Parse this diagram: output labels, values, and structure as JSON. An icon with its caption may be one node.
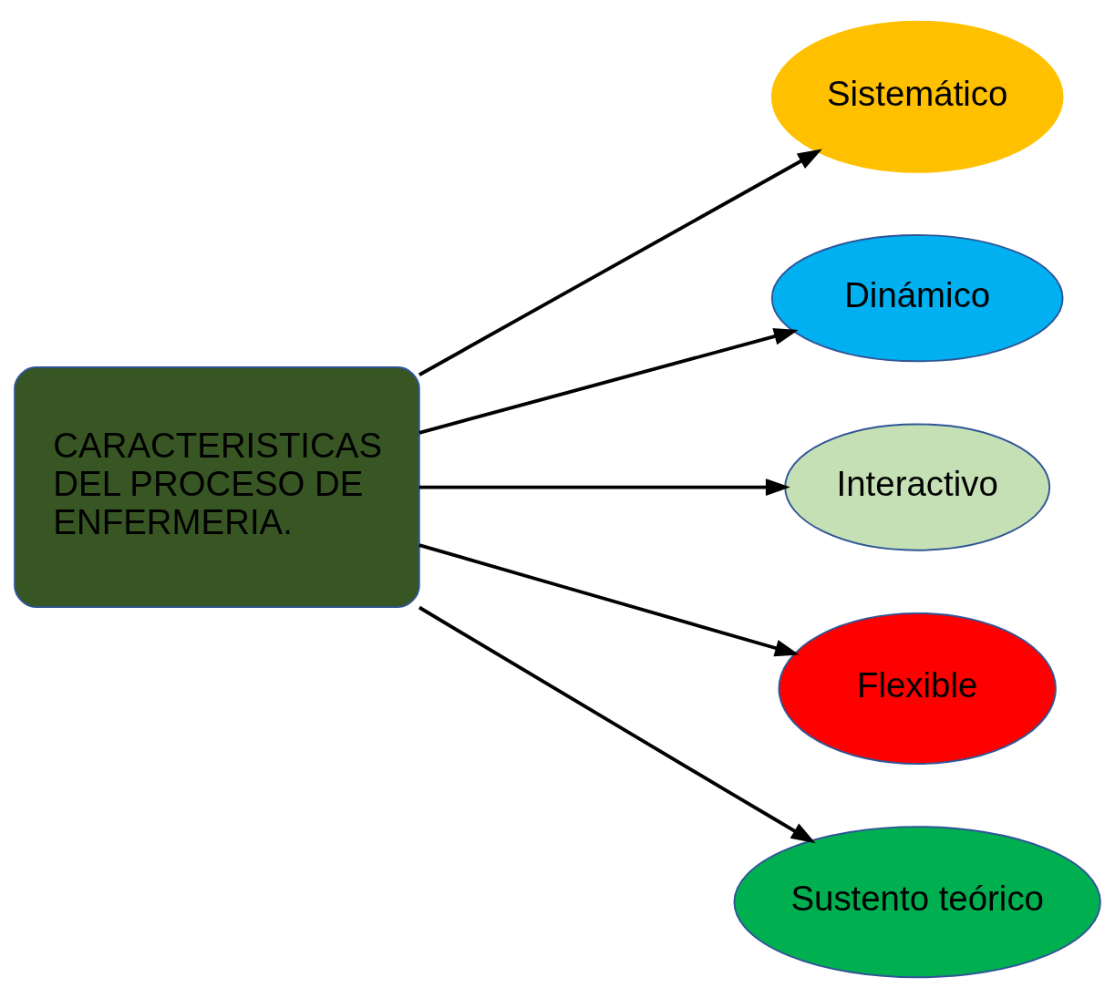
{
  "diagram": {
    "nodes": [
      {
        "text": [
          "CARACTERISTICAS DEL PROCESO DE ENFERMERIA."
        ]
      },
      {
        "text": [
          "Sistemático"
        ]
      },
      {
        "text": [
          "Dinámico"
        ]
      },
      {
        "text": [
          "Interactivo"
        ]
      },
      {
        "text": [
          "Flexible"
        ]
      },
      {
        "text": [
          "Sustento teórico"
        ]
      }
    ],
    "edges": [
      {
        "from": 0,
        "to": 1,
        "arrow": "to"
      },
      {
        "from": 0,
        "to": 2,
        "arrow": "to"
      },
      {
        "from": 0,
        "to": 3,
        "arrow": "to"
      },
      {
        "from": 0,
        "to": 4,
        "arrow": "to"
      },
      {
        "from": 0,
        "to": 5,
        "arrow": "to"
      }
    ]
  }
}
